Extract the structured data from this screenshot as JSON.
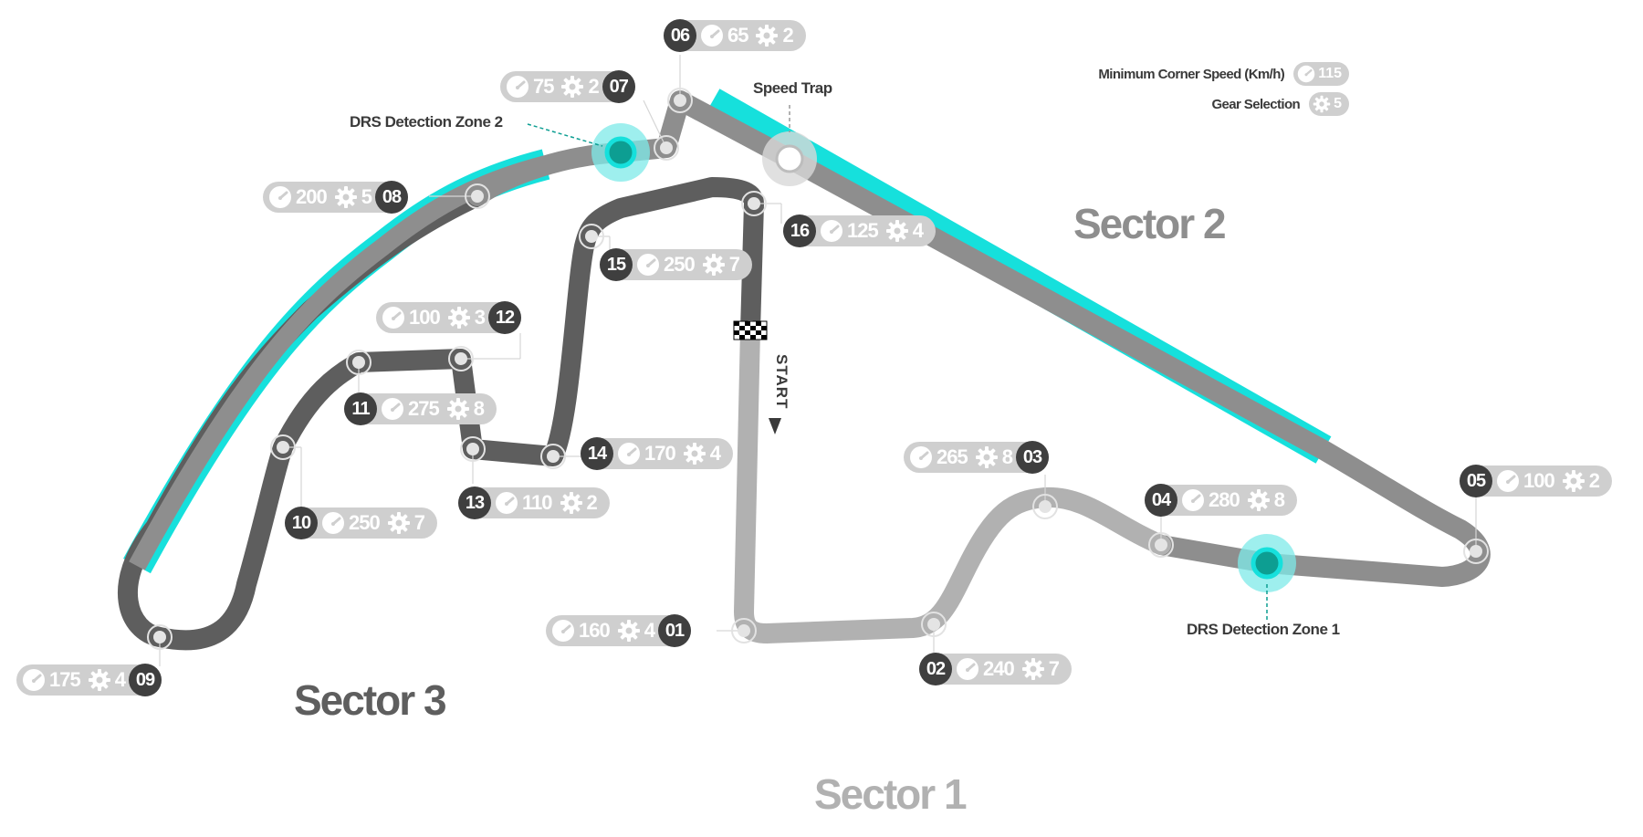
{
  "legend": {
    "speed_label": "Minimum Corner Speed (Km/h)",
    "speed_example": "115",
    "gear_label": "Gear Selection",
    "gear_example": "5"
  },
  "annotations": {
    "speed_trap": "Speed Trap",
    "drs_zone_1": "DRS Detection Zone 1",
    "drs_zone_2": "DRS Detection Zone 2",
    "start": "START"
  },
  "sectors": {
    "s1": "Sector 1",
    "s2": "Sector 2",
    "s3": "Sector 3"
  },
  "colors": {
    "sector1": "#b1b1b1",
    "sector2": "#8e8e8e",
    "sector3": "#5e5e5e",
    "drs": "#16e0dc",
    "drs_dark": "#0d9e92",
    "pill": "#cfcfcf",
    "badge": "#3f3f3f"
  },
  "icons": {
    "speed": "speedometer-icon",
    "gear": "gear-icon"
  },
  "corners": [
    {
      "num": "01",
      "speed": "160",
      "gear": "4"
    },
    {
      "num": "02",
      "speed": "240",
      "gear": "7"
    },
    {
      "num": "03",
      "speed": "265",
      "gear": "8"
    },
    {
      "num": "04",
      "speed": "280",
      "gear": "8"
    },
    {
      "num": "05",
      "speed": "100",
      "gear": "2"
    },
    {
      "num": "06",
      "speed": "65",
      "gear": "2"
    },
    {
      "num": "07",
      "speed": "75",
      "gear": "2"
    },
    {
      "num": "08",
      "speed": "200",
      "gear": "5"
    },
    {
      "num": "09",
      "speed": "175",
      "gear": "4"
    },
    {
      "num": "10",
      "speed": "250",
      "gear": "7"
    },
    {
      "num": "11",
      "speed": "275",
      "gear": "8"
    },
    {
      "num": "12",
      "speed": "100",
      "gear": "3"
    },
    {
      "num": "13",
      "speed": "110",
      "gear": "2"
    },
    {
      "num": "14",
      "speed": "170",
      "gear": "4"
    },
    {
      "num": "15",
      "speed": "250",
      "gear": "7"
    },
    {
      "num": "16",
      "speed": "125",
      "gear": "4"
    }
  ]
}
